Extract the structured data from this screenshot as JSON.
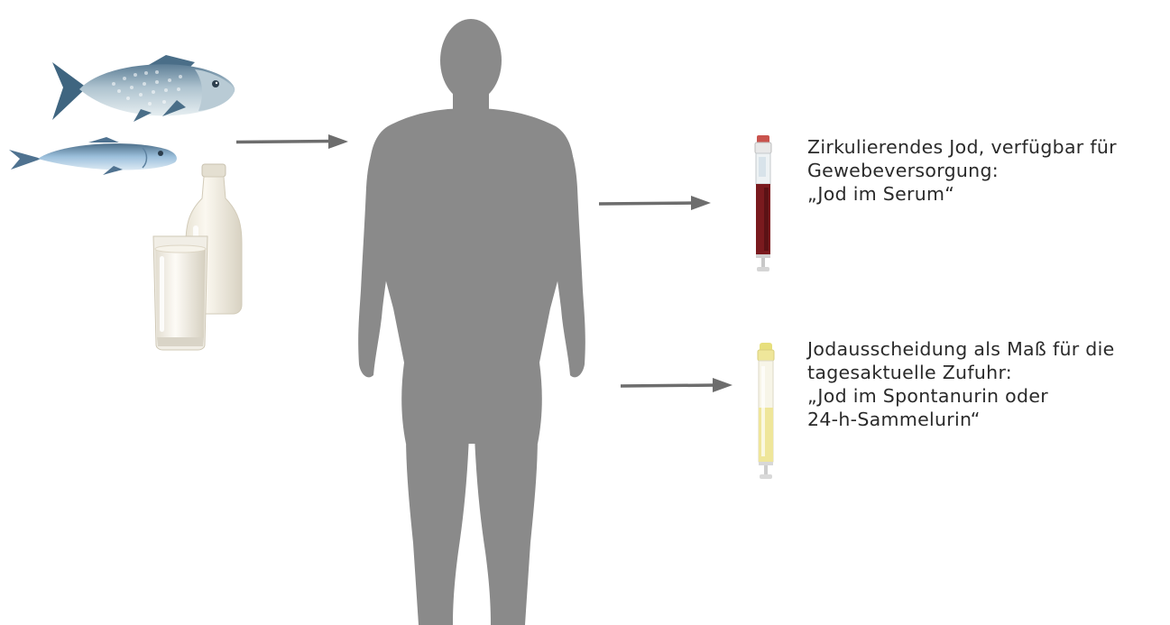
{
  "icons": {
    "fish_large": "fish-icon",
    "fish_small": "sardine-icon",
    "milk_bottle": "milk-bottle-icon",
    "milk_glass": "milk-glass-icon",
    "human": "human-silhouette-icon",
    "serum_tube": "blood-tube-icon",
    "urine_tube": "urine-tube-icon",
    "arrow": "arrow-right-icon"
  },
  "colors": {
    "arrow": "#6d6d6d",
    "silhouette": "#8a8a8a",
    "serum": "#7a1a1e",
    "urine": "#efe69a"
  },
  "serum": {
    "lines": [
      "Zirkulierendes Jod, verfügbar für",
      "Gewebeversorgung:",
      "„Jod im Serum“"
    ]
  },
  "urine": {
    "lines": [
      "Jodausscheidung als Maß für die",
      "tagesaktuelle Zufuhr:",
      "„Jod im Spontanurin oder",
      "24-h-Sammelurin“"
    ]
  }
}
